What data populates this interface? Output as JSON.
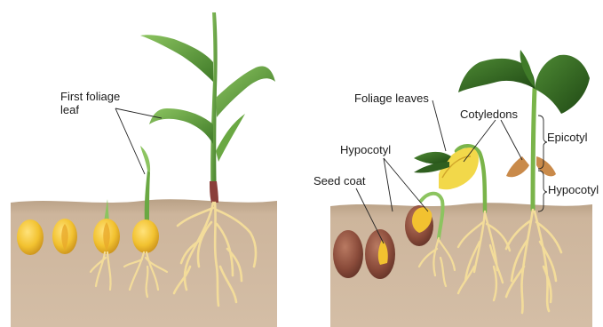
{
  "labels": {
    "first_foliage_line1": "First foliage",
    "first_foliage_line2": "leaf",
    "foliage_leaves": "Foliage leaves",
    "cotyledons": "Cotyledons",
    "epicotyl": "Epicotyl",
    "hypocotyl_left": "Hypocotyl",
    "seed_coat": "Seed coat",
    "hypocotyl_right": "Hypocotyl"
  },
  "colors": {
    "soil": "#cdb59c",
    "soil_edge": "#a88f74",
    "kernel": "#f2c230",
    "root": "#f3dc9a",
    "leaf": "#5e9e3c",
    "dark_leaf": "#2f5f1f",
    "bean_coat": "#8a4b3a",
    "stem": "#7ab44a"
  }
}
